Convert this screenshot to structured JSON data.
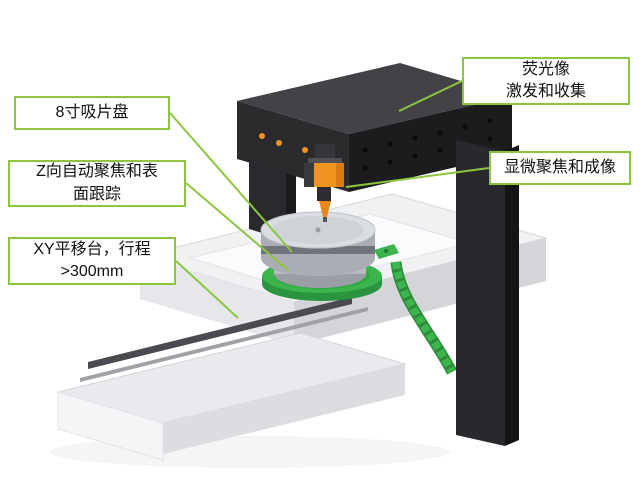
{
  "colors": {
    "accent_green": "#8cc63e",
    "machine_orange": "#f0931f",
    "machine_green": "#3cb54d",
    "gantry_dark": "#232327",
    "base_light": "#f0f1f3"
  },
  "callouts": [
    {
      "name": "wafer-plate",
      "lines": [
        "8寸吸片盘"
      ]
    },
    {
      "name": "z-autofocus",
      "lines": [
        "Z向自动聚焦和表",
        "面跟踪"
      ]
    },
    {
      "name": "xy-stage",
      "lines": [
        "XY平移台，行程",
        ">300mm"
      ]
    },
    {
      "name": "fluorescence",
      "lines": [
        "荧光像",
        "激发和收集"
      ]
    },
    {
      "name": "micro-focus",
      "lines": [
        "显微聚焦和成像"
      ]
    }
  ]
}
